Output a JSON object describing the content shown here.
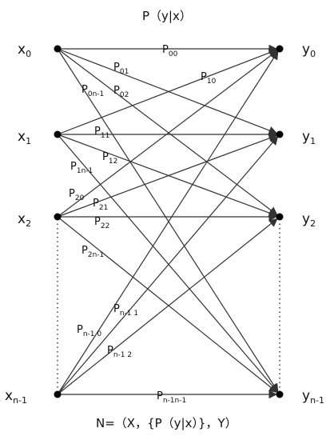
{
  "title": "P（y|x）",
  "footer": "N=（X，{P（y|x）}，Y）",
  "inputs": [
    {
      "id": "x0",
      "main": "x",
      "sub": "0"
    },
    {
      "id": "x1",
      "main": "x",
      "sub": "1"
    },
    {
      "id": "x2",
      "main": "x",
      "sub": "2"
    },
    {
      "id": "xn1",
      "main": "x",
      "sub": "n-1"
    }
  ],
  "outputs": [
    {
      "id": "y0",
      "main": "y",
      "sub": "0"
    },
    {
      "id": "y1",
      "main": "y",
      "sub": "1"
    },
    {
      "id": "y2",
      "main": "y",
      "sub": "2"
    },
    {
      "id": "yn1",
      "main": "y",
      "sub": "n-1"
    }
  ],
  "edges": [
    {
      "from": 0,
      "to": 0,
      "main": "P",
      "sub": "00"
    },
    {
      "from": 0,
      "to": 1,
      "main": "P",
      "sub": "01"
    },
    {
      "from": 0,
      "to": 2,
      "main": "P",
      "sub": "02"
    },
    {
      "from": 0,
      "to": 3,
      "main": "P",
      "sub": "0n-1"
    },
    {
      "from": 1,
      "to": 0,
      "main": "P",
      "sub": "10"
    },
    {
      "from": 1,
      "to": 1,
      "main": "P",
      "sub": "11"
    },
    {
      "from": 1,
      "to": 2,
      "main": "P",
      "sub": "12"
    },
    {
      "from": 1,
      "to": 3,
      "main": "P",
      "sub": "1n-1"
    },
    {
      "from": 2,
      "to": 0,
      "main": "P",
      "sub": "20"
    },
    {
      "from": 2,
      "to": 1,
      "main": "P",
      "sub": "21"
    },
    {
      "from": 2,
      "to": 2,
      "main": "P",
      "sub": "22"
    },
    {
      "from": 2,
      "to": 3,
      "main": "P",
      "sub": "2n-1"
    },
    {
      "from": 3,
      "to": 0,
      "main": "P",
      "sub": "n-1 0"
    },
    {
      "from": 3,
      "to": 1,
      "main": "P",
      "sub": "n-1 1"
    },
    {
      "from": 3,
      "to": 2,
      "main": "P",
      "sub": "n-1 2"
    },
    {
      "from": 3,
      "to": 3,
      "main": "P",
      "sub": "n-1n-1"
    }
  ]
}
